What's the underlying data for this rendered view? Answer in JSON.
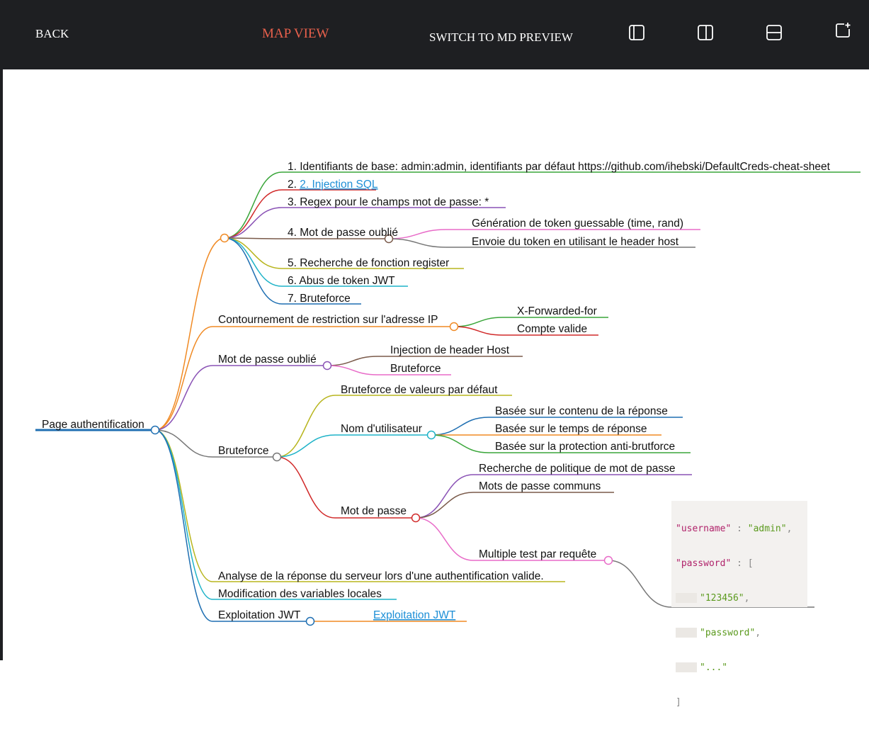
{
  "toolbar": {
    "back_label": "BACK",
    "map_view_label": "MAP VIEW",
    "md_preview_label": "SWITCH TO MD PREVIEW",
    "icons": [
      "sidebar-left-icon",
      "sidebar-right-icon",
      "split-horizontal-icon",
      "new-note-icon"
    ],
    "active_color": "#e8604c"
  },
  "mindmap": {
    "root": "Page authentification",
    "n1_1": "1. Identifiants de base: admin:admin, identifiants par défaut https://github.com/ihebski/DefaultCreds-cheat-sheet",
    "n1_2": "2. Injection SQL",
    "n1_3": "3. Regex pour le champs mot de passe: *",
    "n1_4": "4. Mot de passe oublié",
    "n1_4a": "Génération de token guessable (time, rand)",
    "n1_4b": "Envoie du token en utilisant le header host",
    "n1_5": "5. Recherche de fonction register",
    "n1_6": "6. Abus de token JWT",
    "n1_7": "7. Bruteforce",
    "n2": "Contournement de restriction sur l'adresse IP",
    "n2a": "X-Forwarded-for",
    "n2b": "Compte valide",
    "n3": "Mot de passe oublié",
    "n3a": "Injection de header Host",
    "n3b": "Bruteforce",
    "n4": "Bruteforce",
    "n4a": "Bruteforce de valeurs par défaut",
    "n4b": "Nom d'utilisateur",
    "n4b1": "Basée sur le contenu de la réponse",
    "n4b2": "Basée sur le temps de réponse",
    "n4b3": "Basée sur la protection anti-brutforce",
    "n4c": "Mot de passe",
    "n4c1": "Recherche de politique de mot de passe",
    "n4c2": "Mots de passe communs",
    "n4c3": "Multiple test par requête",
    "n5": "Analyse de la réponse du serveur lors d'une authentification valide.",
    "n6": "Modification des variables locales",
    "n7": "Exploitation JWT",
    "n7a": "Exploitation JWT",
    "code": {
      "k1": "\"username\"",
      "v1": "\"admin\"",
      "k2": "\"password\"",
      "a1": "\"123456\"",
      "a2": "\"password\"",
      "a3": "\"...\"",
      "colon": ":",
      "comma": ",",
      "open_bracket": "[",
      "close_bracket": "]"
    }
  }
}
